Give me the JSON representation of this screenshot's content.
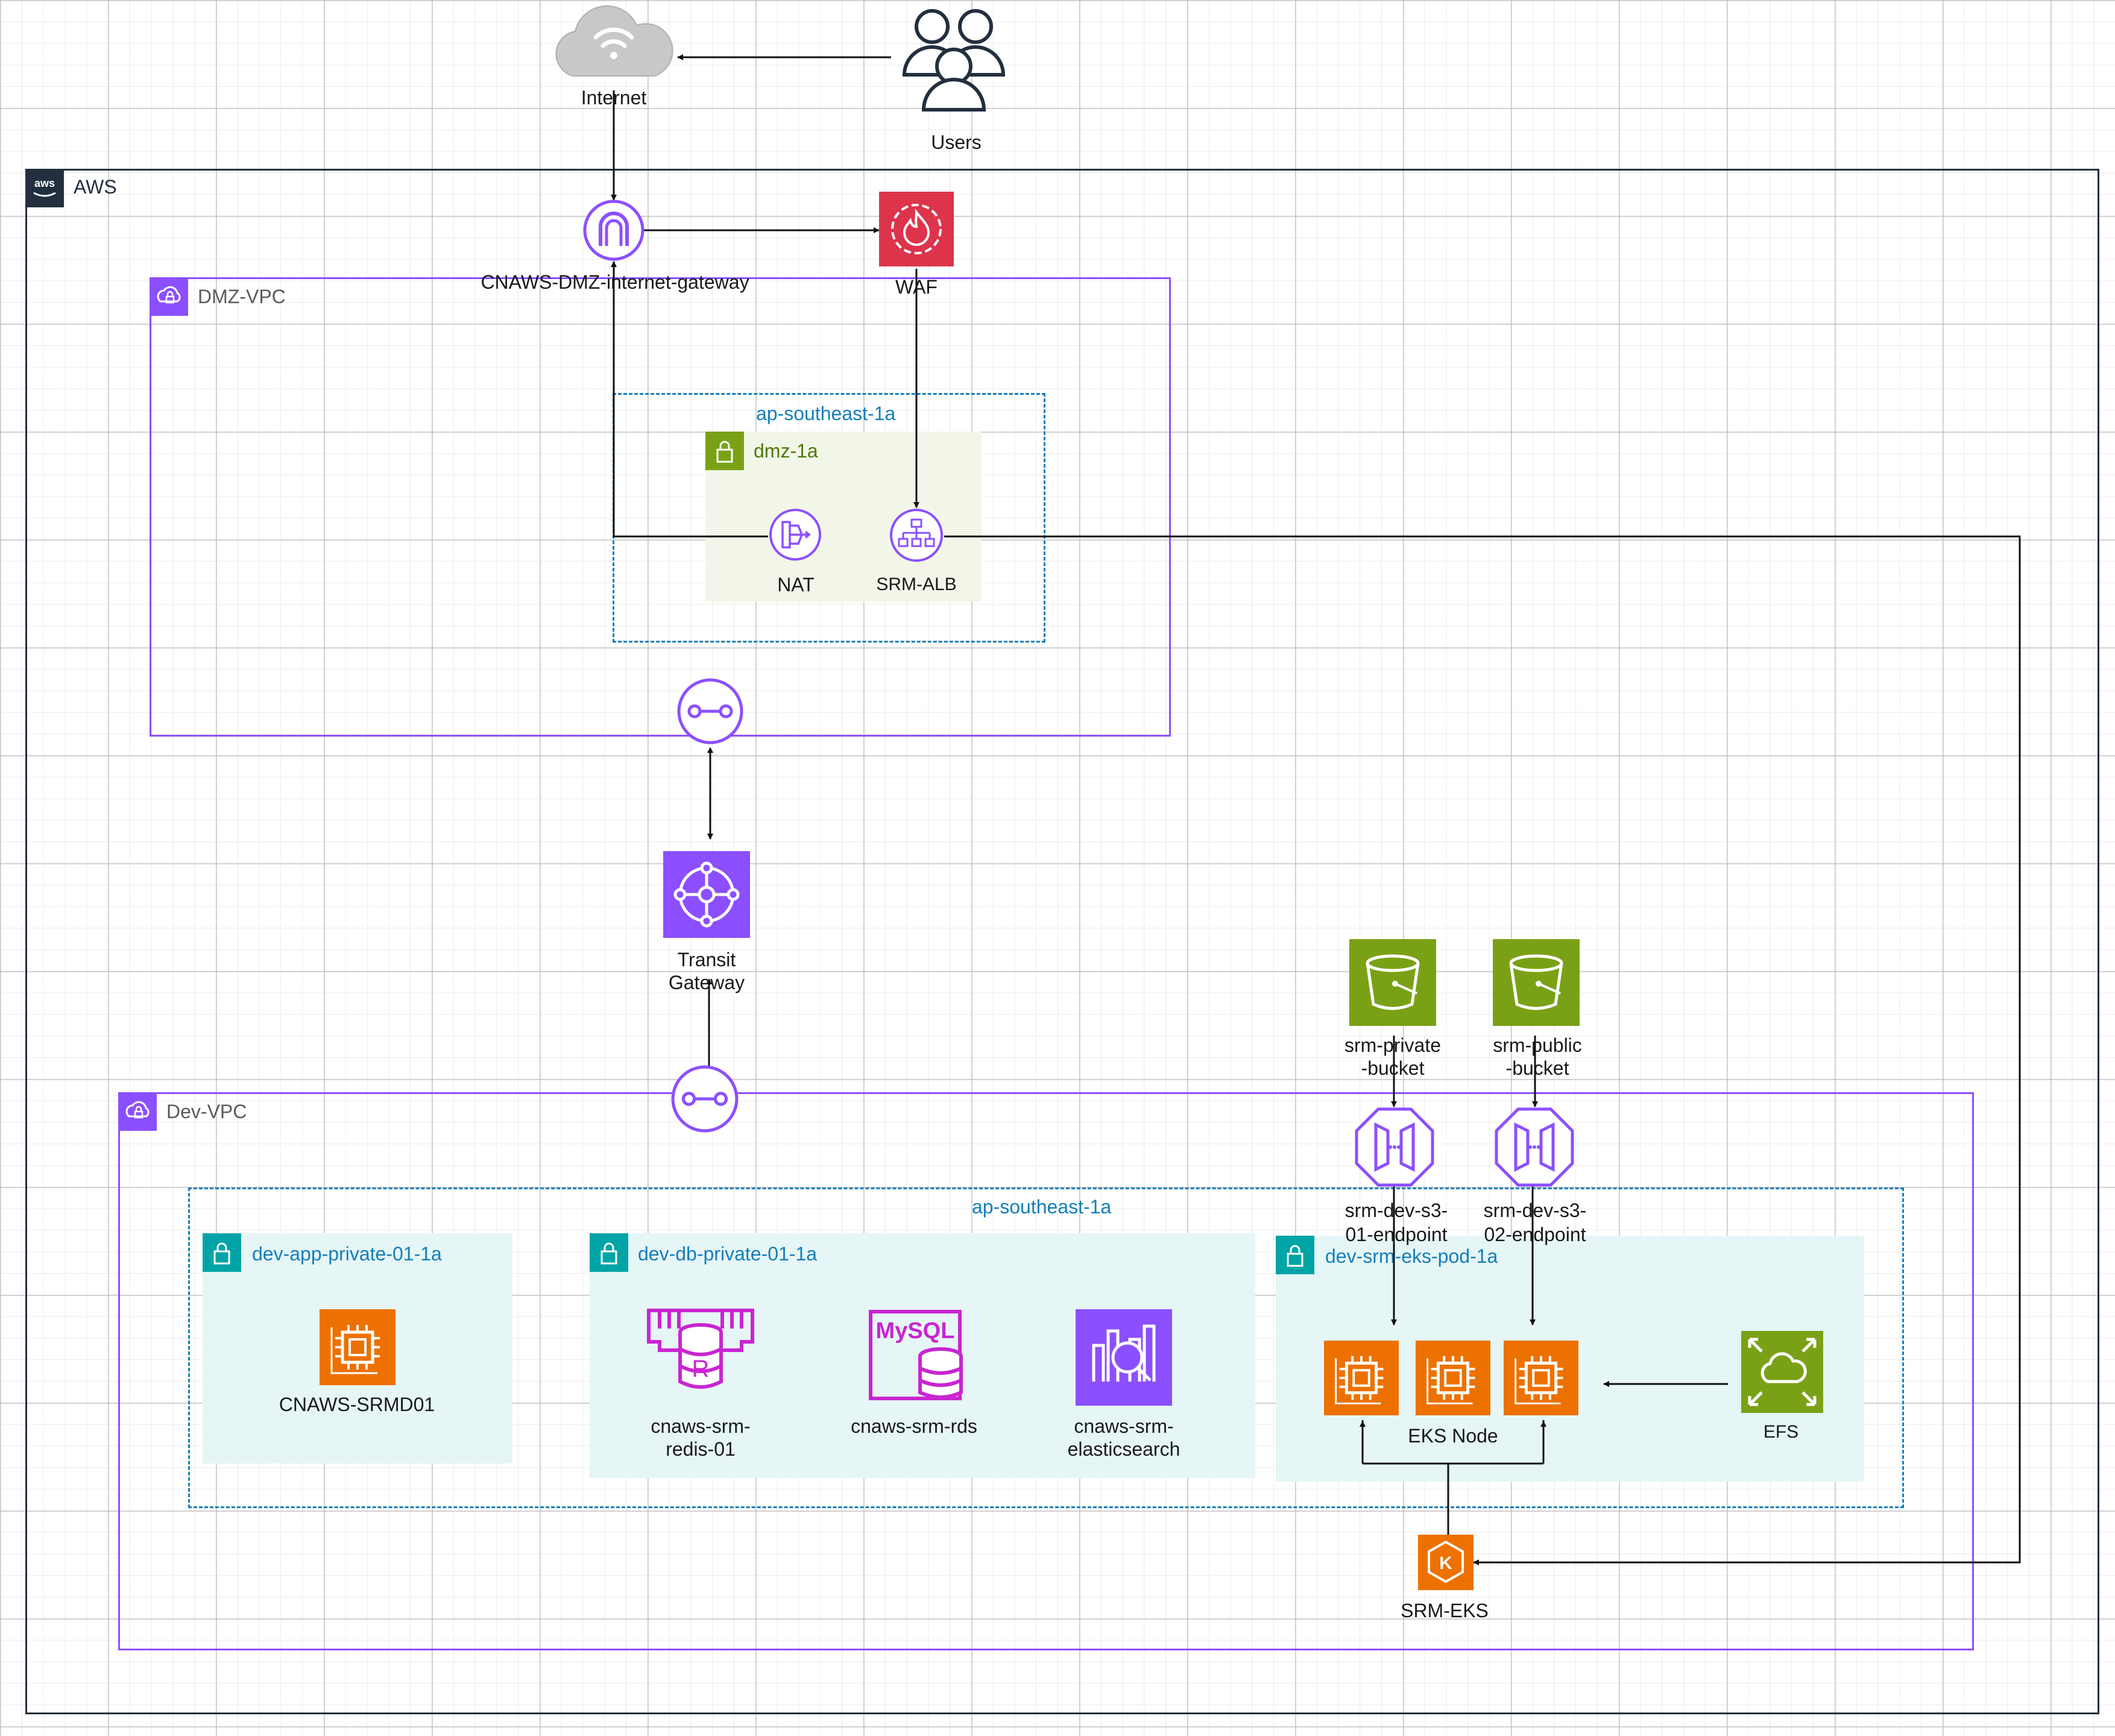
{
  "aws": {
    "label": "AWS"
  },
  "internet": {
    "label": "Internet"
  },
  "users": {
    "label": "Users"
  },
  "igw": {
    "label": "CNAWS-DMZ-internet-gateway"
  },
  "waf": {
    "label": "WAF"
  },
  "dmz_vpc": {
    "label": "DMZ-VPC"
  },
  "dmz_az": {
    "label": "ap-southeast-1a"
  },
  "dmz_subnet": {
    "label": "dmz-1a"
  },
  "nat": {
    "label": "NAT"
  },
  "alb": {
    "label": "SRM-ALB"
  },
  "tgw": {
    "label_line1": "Transit",
    "label_line2": "Gateway"
  },
  "dev_vpc": {
    "label": "Dev-VPC"
  },
  "dev_az": {
    "label": "ap-southeast-1a"
  },
  "app_subnet": {
    "label": "dev-app-private-01-1a"
  },
  "db_subnet": {
    "label": "dev-db-private-01-1a"
  },
  "eks_subnet": {
    "label": "dev-srm-eks-pod-1a"
  },
  "ec2_app": {
    "label": "CNAWS-SRMD01"
  },
  "redis": {
    "label_line1": "cnaws-srm-",
    "label_line2": "redis-01"
  },
  "rds": {
    "label": "cnaws-srm-rds",
    "icon_text": "MySQL"
  },
  "es": {
    "label_line1": "cnaws-srm-",
    "label_line2": "elasticsearch"
  },
  "bucket_private": {
    "label_line1": "srm-private",
    "label_line2": "-bucket"
  },
  "bucket_public": {
    "label_line1": "srm-public",
    "label_line2": "-bucket"
  },
  "endpoint1": {
    "label_line1": "srm-dev-s3-",
    "label_line2": "01-endpoint"
  },
  "endpoint2": {
    "label_line1": "srm-dev-s3-",
    "label_line2": "02-endpoint"
  },
  "eks_node": {
    "label": "EKS Node"
  },
  "efs": {
    "label": "EFS"
  },
  "srm_eks": {
    "label": "SRM-EKS",
    "icon_text": "K"
  },
  "redis_icon_text": "R",
  "colors": {
    "vpc": "#8c4fff",
    "subnet_public": "#7aa116",
    "subnet_private": "#00a4a6",
    "az": "#147eba",
    "compute": "#ed7100",
    "storage": "#7aa116",
    "database": "#c925d1",
    "security": "#dd344c",
    "aws_dark": "#232f3e"
  }
}
